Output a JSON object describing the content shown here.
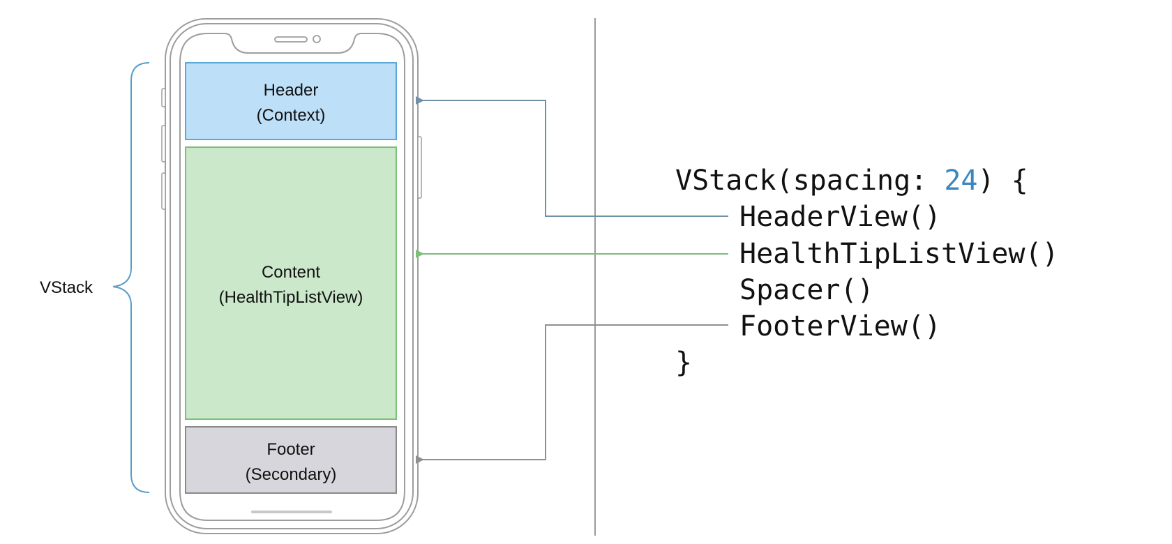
{
  "diagram": {
    "stack_label": "VStack",
    "phone": {
      "regions": [
        {
          "id": "header",
          "title": "Header",
          "subtitle": "(Context)",
          "fill": "#bddff7",
          "stroke": "#5aa8d8"
        },
        {
          "id": "content",
          "title": "Content",
          "subtitle": "(HealthTipListView)",
          "fill": "#cbe8cb",
          "stroke": "#7cbf78"
        },
        {
          "id": "footer",
          "title": "Footer",
          "subtitle": "(Secondary)",
          "fill": "#d6d6dc",
          "stroke": "#8a8a8a"
        }
      ]
    },
    "code": {
      "opening": "VStack(spacing: ",
      "spacing_value": "24",
      "opening_end": ") {",
      "lines": [
        "HeaderView()",
        "HealthTipListView()",
        "Spacer()",
        "FooterView()"
      ],
      "closing": "}"
    },
    "colors": {
      "brace": "#5b9cc9",
      "number": "#3a86c0",
      "arrow_header": "#6f91a8",
      "arrow_content": "#7cbf78",
      "arrow_footer": "#8f8f8f",
      "divider": "#9a9a9a",
      "phone_outline": "#9d9d9d"
    },
    "connections": [
      {
        "from": "HeaderView()",
        "to": "header"
      },
      {
        "from": "HealthTipListView()",
        "to": "content"
      },
      {
        "from": "FooterView()",
        "to": "footer"
      }
    ]
  }
}
